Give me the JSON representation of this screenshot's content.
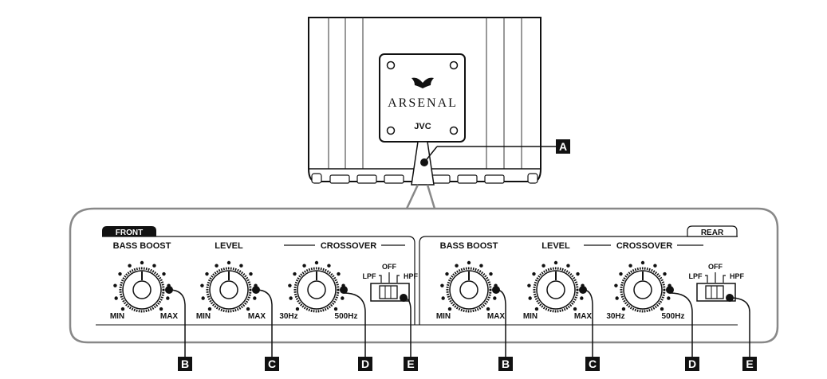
{
  "device": {
    "brand": "ARSENAL",
    "maker": "JVC"
  },
  "callouts": {
    "a": "A",
    "b": "B",
    "c": "C",
    "d": "D",
    "e": "E"
  },
  "front": {
    "tag": "FRONT",
    "bass_boost": "BASS BOOST",
    "level": "LEVEL",
    "crossover": "CROSSOVER",
    "min": "MIN",
    "max": "MAX",
    "hz_low": "30Hz",
    "hz_high": "500Hz",
    "lpf": "LPF",
    "off": "OFF",
    "hpf": "HPF"
  },
  "rear": {
    "tag": "REAR",
    "bass_boost": "BASS BOOST",
    "level": "LEVEL",
    "crossover": "CROSSOVER",
    "min": "MIN",
    "max": "MAX",
    "hz_low": "30Hz",
    "hz_high": "500Hz",
    "lpf": "LPF",
    "off": "OFF",
    "hpf": "HPF"
  }
}
